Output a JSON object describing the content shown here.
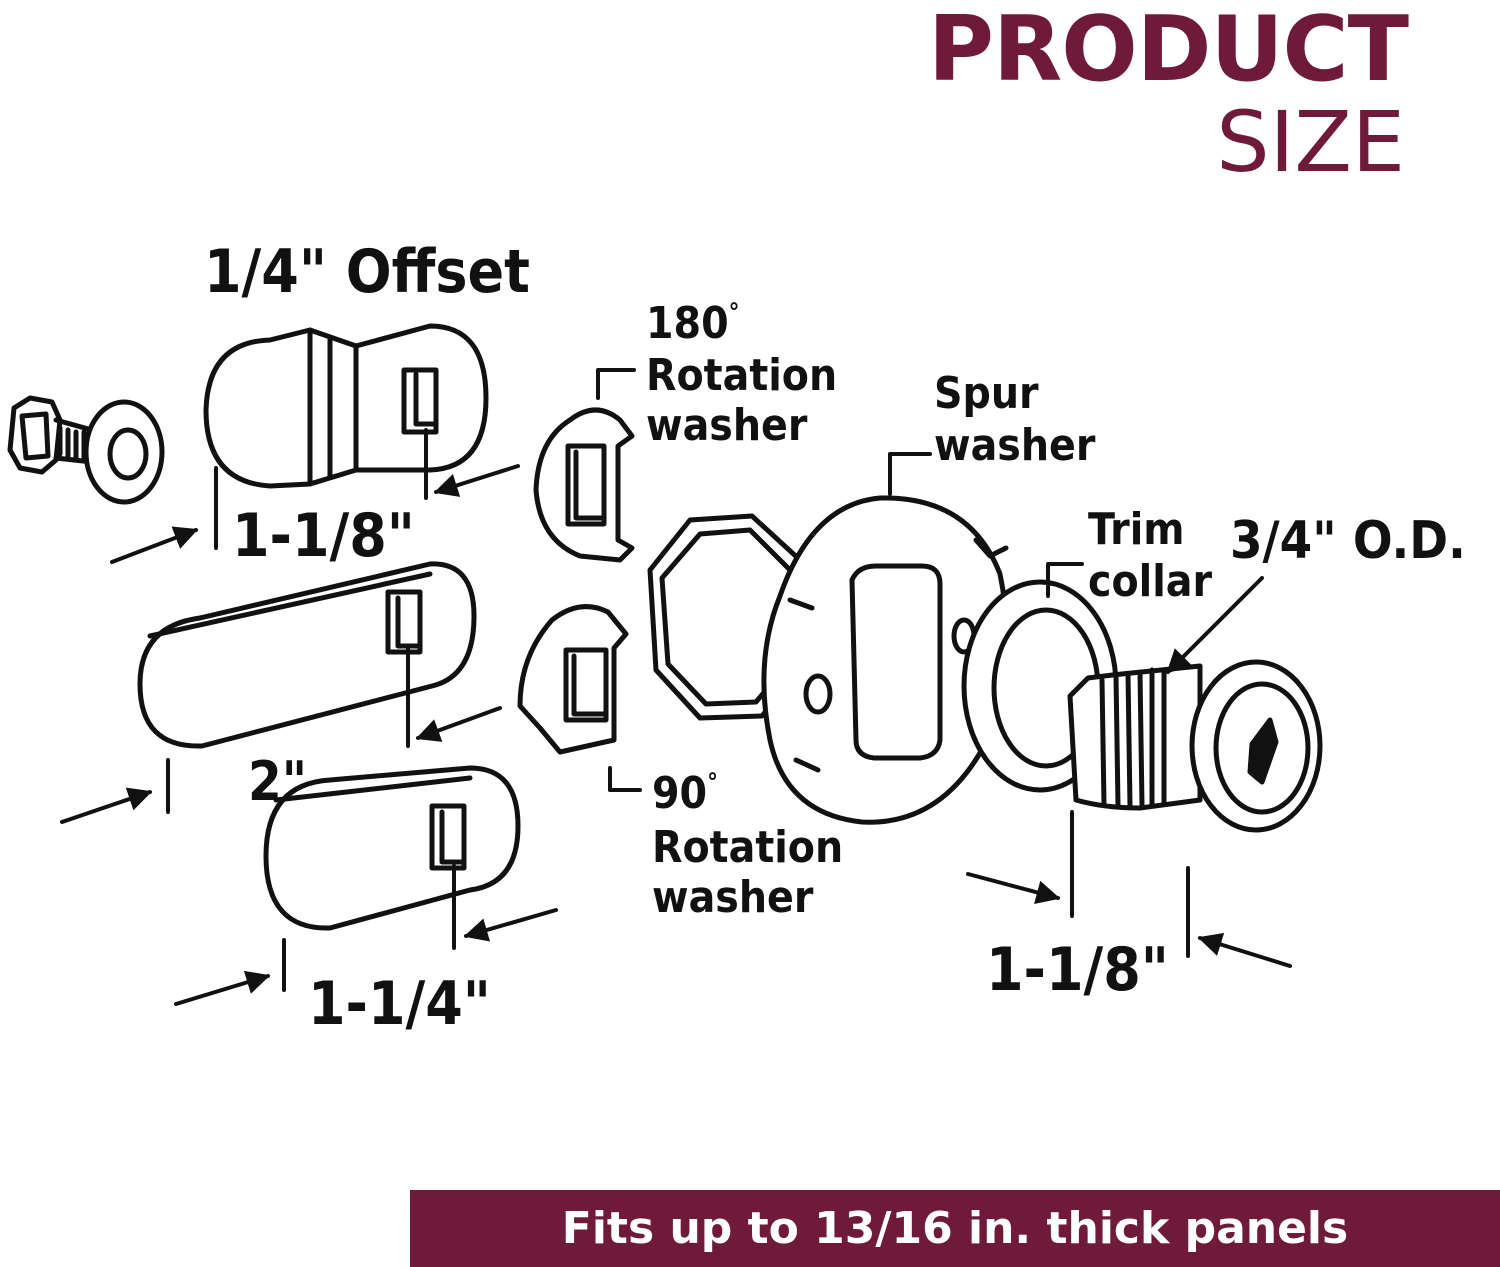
{
  "header": {
    "title_line1": "PRODUCT",
    "title_line2": "SIZE"
  },
  "labels": {
    "offset": "1/4\" Offset",
    "cam_top_width": "1-1/8\"",
    "cam_mid_width": "2\"",
    "cam_bottom_width": "1-1/4\"",
    "rot180_deg": "180",
    "rot180_line1": "Rotation",
    "rot180_line2": "washer",
    "rot90_deg": "90",
    "rot90_line1": "Rotation",
    "rot90_line2": "washer",
    "spur_line1": "Spur",
    "spur_line2": "washer",
    "trim_line1": "Trim",
    "trim_line2": "collar",
    "od": "3/4\" O.D.",
    "cylinder_length": "1-1/8\""
  },
  "footer": {
    "text": "Fits up to 13/16 in. thick panels"
  },
  "colors": {
    "brand": "#701a3b",
    "line": "#111111",
    "background": "#ffffff"
  }
}
